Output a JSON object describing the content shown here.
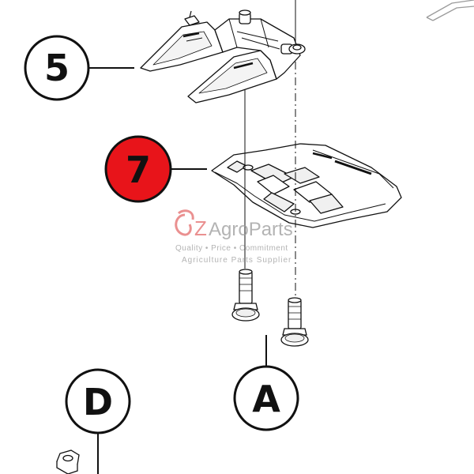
{
  "callouts": {
    "c5": {
      "label": "5",
      "fill": "#ffffff",
      "highlighted": false
    },
    "c7": {
      "label": "7",
      "fill": "#e8141a",
      "highlighted": true
    },
    "cA": {
      "label": "A",
      "fill": "#ffffff",
      "highlighted": false
    },
    "cD": {
      "label": "D",
      "fill": "#ffffff",
      "highlighted": false
    }
  },
  "watermark": {
    "brand_prefix": "Z",
    "brand_name": "AgroParts",
    "tagline": "Quality • Price • Commitment",
    "subtitle": "Agriculture Parts Supplier",
    "brand_color": "#e46b6b",
    "text_color": "#9a9a9a"
  },
  "parts": [
    {
      "id": "knife-guard-assembly",
      "callout": "5",
      "icon": "double-finger-guard"
    },
    {
      "id": "hold-down-clip",
      "callout": "7",
      "icon": "hold-down-clip"
    },
    {
      "id": "carriage-bolts",
      "callout": "A",
      "icon": "bolt"
    },
    {
      "id": "lock-nut",
      "callout": "D",
      "icon": "nut"
    }
  ],
  "colors": {
    "line": "#111111",
    "highlight": "#e8141a",
    "background": "#ffffff"
  }
}
